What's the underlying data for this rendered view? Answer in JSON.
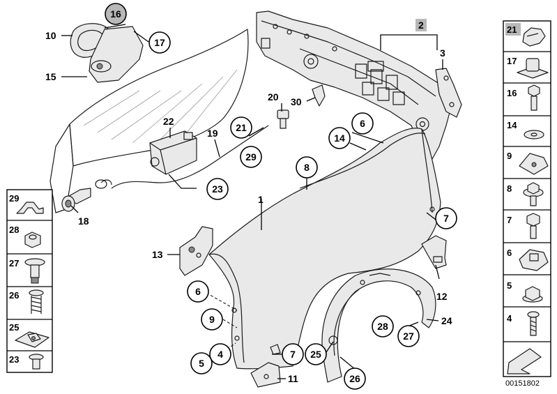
{
  "diagram": {
    "callouts": [
      {
        "id": "c16",
        "label": "16",
        "highlight": true
      },
      {
        "id": "c17",
        "label": "17"
      },
      {
        "id": "c21",
        "label": "21"
      },
      {
        "id": "c29",
        "label": "29"
      },
      {
        "id": "c14",
        "label": "14"
      },
      {
        "id": "c6a",
        "label": "6"
      },
      {
        "id": "c8",
        "label": "8"
      },
      {
        "id": "c23",
        "label": "23"
      },
      {
        "id": "c7a",
        "label": "7"
      },
      {
        "id": "c6b",
        "label": "6"
      },
      {
        "id": "c9",
        "label": "9"
      },
      {
        "id": "c4",
        "label": "4"
      },
      {
        "id": "c5",
        "label": "5"
      },
      {
        "id": "c7b",
        "label": "7"
      },
      {
        "id": "c25",
        "label": "25"
      },
      {
        "id": "c26",
        "label": "26"
      },
      {
        "id": "c28",
        "label": "28"
      },
      {
        "id": "c27",
        "label": "27"
      }
    ],
    "labels": [
      {
        "id": "l10",
        "label": "10"
      },
      {
        "id": "l15",
        "label": "15"
      },
      {
        "id": "l2",
        "label": "2",
        "highlight": true
      },
      {
        "id": "l3",
        "label": "3"
      },
      {
        "id": "l20",
        "label": "20"
      },
      {
        "id": "l30",
        "label": "30"
      },
      {
        "id": "l22",
        "label": "22"
      },
      {
        "id": "l19",
        "label": "19"
      },
      {
        "id": "l18",
        "label": "18"
      },
      {
        "id": "l1",
        "label": "1"
      },
      {
        "id": "l13",
        "label": "13"
      },
      {
        "id": "l12",
        "label": "12"
      },
      {
        "id": "l24",
        "label": "24"
      },
      {
        "id": "l11",
        "label": "11"
      }
    ]
  },
  "left_panel": {
    "items": [
      {
        "label": "29",
        "icon": "clip-bracket-icon"
      },
      {
        "label": "28",
        "icon": "hex-nut-icon"
      },
      {
        "label": "27",
        "icon": "expansion-rivet-icon"
      },
      {
        "label": "26",
        "icon": "spring-screw-icon"
      },
      {
        "label": "25",
        "icon": "speed-nut-icon"
      },
      {
        "label": "23",
        "icon": "push-rivet-icon"
      }
    ]
  },
  "right_panel": {
    "items": [
      {
        "label": "21",
        "icon": "spring-clip-icon",
        "highlight": true
      },
      {
        "label": "17",
        "icon": "cage-nut-icon"
      },
      {
        "label": "16",
        "icon": "hex-screw-icon"
      },
      {
        "label": "14",
        "icon": "washer-icon"
      },
      {
        "label": "9",
        "icon": "clip-nut-icon"
      },
      {
        "label": "8",
        "icon": "collar-screw-icon"
      },
      {
        "label": "7",
        "icon": "hex-bolt-icon"
      },
      {
        "label": "6",
        "icon": "sheet-nut-icon"
      },
      {
        "label": "5",
        "icon": "collar-nut-icon"
      },
      {
        "label": "4",
        "icon": "tapping-screw-icon"
      }
    ],
    "footer_icon": "arrow-pointer-icon"
  },
  "drawing_code": "00151802"
}
